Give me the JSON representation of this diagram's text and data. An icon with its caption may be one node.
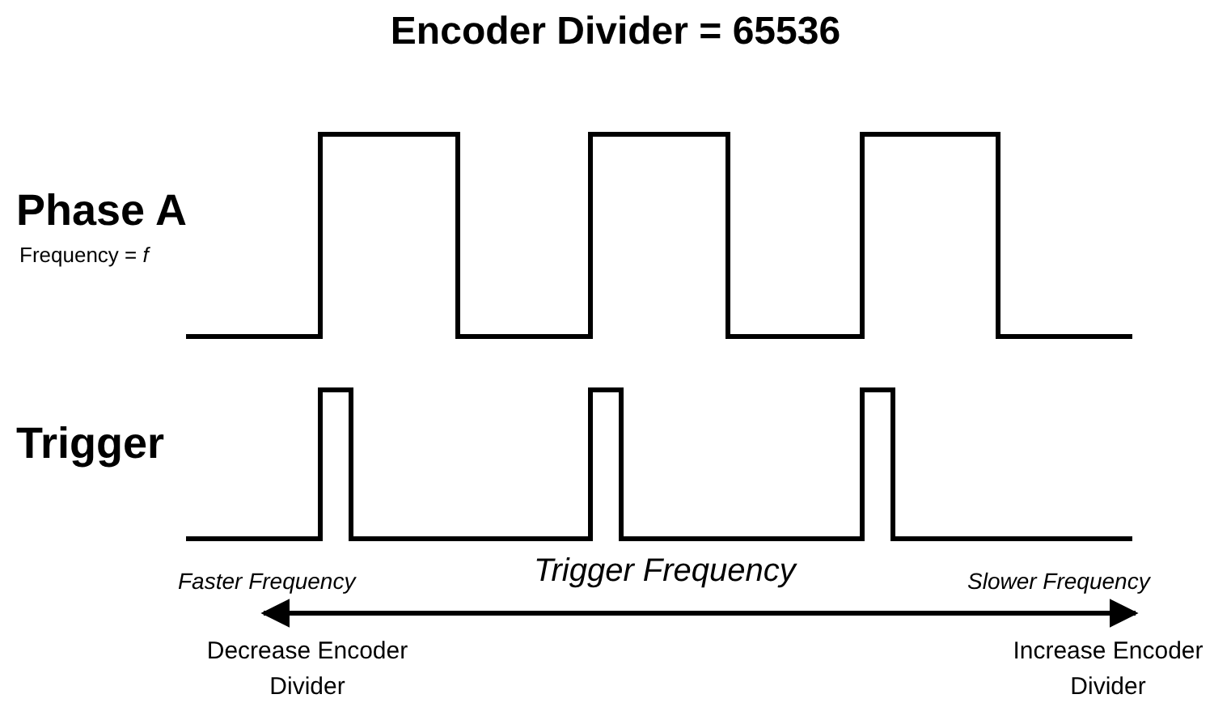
{
  "diagram": {
    "title": "Encoder Divider = 65536",
    "labels": [
      "Phase A",
      "Frequency = *f*",
      "Trigger",
      "Faster Frequency",
      "Trigger Frequency",
      "Slower Frequency",
      "Decrease Encoder Divider",
      "Increase Encoder Divider"
    ]
  }
}
